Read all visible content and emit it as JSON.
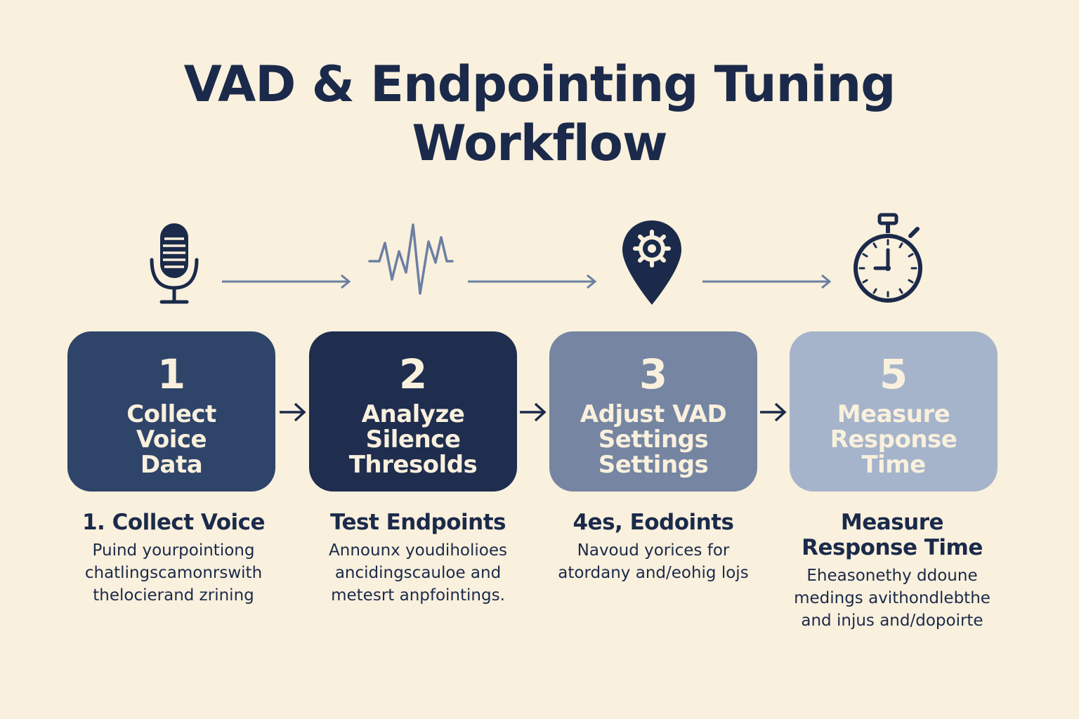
{
  "title": {
    "line1": "VAD & Endpointing Tuning",
    "line2": "Workflow"
  },
  "colors": {
    "background": "#f9f0dd",
    "navy": "#1b2a4a",
    "box1": "#2f4469",
    "box2": "#1f2d4f",
    "box3": "#7585a2",
    "box4": "#a5b4ca",
    "arrow_light": "#6b7fa3"
  },
  "icons": [
    "microphone-icon",
    "waveform-icon",
    "location-gear-icon",
    "stopwatch-icon"
  ],
  "steps": [
    {
      "number": "1",
      "label": "Collect\nVoice\nData"
    },
    {
      "number": "2",
      "label": "Analyze\nSilence\nThresolds"
    },
    {
      "number": "3",
      "label": "Adjust VAD\nSettings\nSettings"
    },
    {
      "number": "5",
      "label": "Measure\nResponse\nTime"
    }
  ],
  "descriptions": [
    {
      "title": "1. Collect Voice",
      "body": "Puind yourpointiong\nchatlingscamonrswith\nthelocierand zrining"
    },
    {
      "title": "Test Endpoints",
      "body": "Announx youdiholioes\nancidingscauloe and\nmetesrt anpfointings."
    },
    {
      "title": "4es, Eodoints",
      "body": "Navoud  yorices for\natordany and/eohig lojs"
    },
    {
      "title": "Measure\nResponse Time",
      "body": "Eheasonethy ddoune\nmedings avithondlebthe\nand injus and/dopoirte"
    }
  ]
}
